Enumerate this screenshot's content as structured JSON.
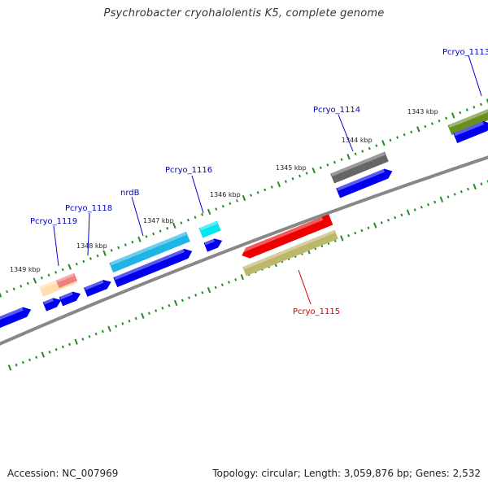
{
  "title": "Psychrobacter cryohalolentis K5, complete genome",
  "footer": {
    "accession": "Accession: NC_007969",
    "topology": "Topology: circular; Length: 3,059,876 bp; Genes: 2,532"
  },
  "scale_labels": [
    "1349 kbp",
    "1348 kbp",
    "1347 kbp",
    "1346 kbp",
    "1344 kbp",
    "1345 kbp",
    "1343 kbp"
  ],
  "gene_labels": [
    "Pcryo_1113",
    "Pcryo_1114",
    "Pcryo_1116",
    "nrdB",
    "Pcryo_1118",
    "Pcryo_1119",
    "Pcryo_1115"
  ],
  "colors": {
    "label_forward": "#0000cc",
    "label_reverse": "#cc0000",
    "tick": "#228b22",
    "backbone": "#888888",
    "cds": "#0000ee"
  },
  "features": [
    {
      "name": "Pcryo_1113",
      "color": "#6b8e23"
    },
    {
      "name": "Pcryo_1114",
      "color": "#666666"
    },
    {
      "name": "Pcryo_1116",
      "color": "#00e5ee"
    },
    {
      "name": "nrdB",
      "color": "#1eb4e6"
    },
    {
      "name": "Pcryo_1118",
      "color": "#ffdead"
    },
    {
      "name": "Pcryo_1119",
      "color": "#f08080"
    },
    {
      "name": "Pcryo_1115",
      "color": "#ee0000"
    },
    {
      "name": "Pcryo_1115 product",
      "color": "#bdb76b"
    }
  ]
}
